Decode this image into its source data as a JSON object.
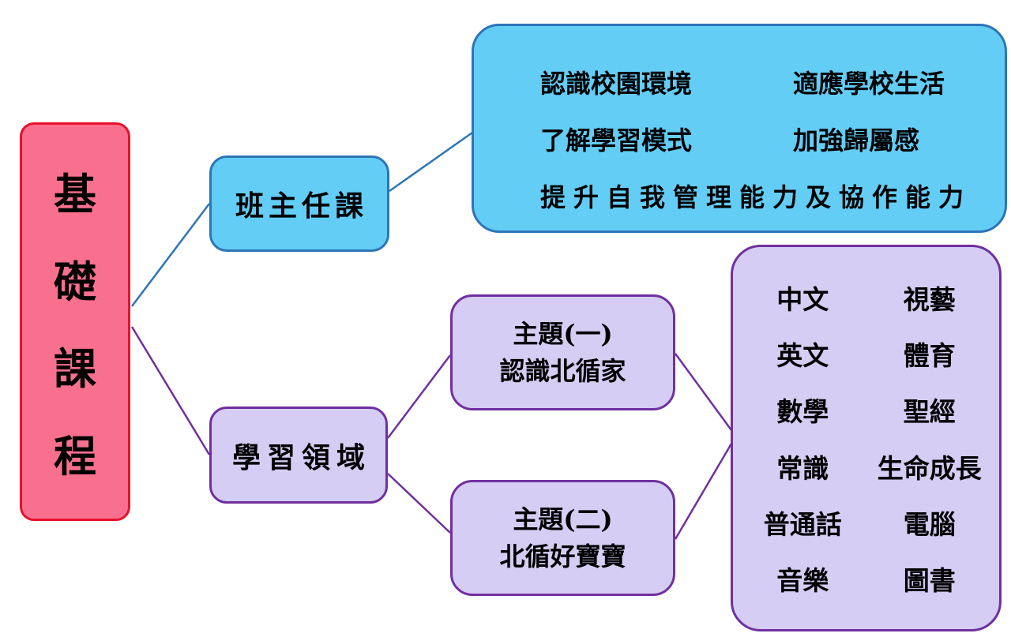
{
  "colors": {
    "root_fill": "#f9708e",
    "root_border": "#e8112d",
    "blue_fill": "#63cdf6",
    "blue_border": "#2e75b6",
    "purple_fill": "#d5cdf3",
    "purple_border": "#7030a0",
    "text": "#000000"
  },
  "root": {
    "label": "基礎課程",
    "chars": [
      "基",
      "礎",
      "課",
      "程"
    ]
  },
  "class_teacher": {
    "label": "班主任課"
  },
  "goals": {
    "row1_left": "認識校園環境",
    "row1_right": "適應學校生活",
    "row2_left": "了解學習模式",
    "row2_right": "加強歸屬感",
    "row3": "提升自我管理能力及協作能力"
  },
  "learning_domain": {
    "label": "學習領域"
  },
  "theme1": {
    "title": "主題(一)",
    "subtitle": "認識北循家"
  },
  "theme2": {
    "title": "主題(二)",
    "subtitle": "北循好寶寶"
  },
  "subjects": {
    "col1": [
      "中文",
      "英文",
      "數學",
      "常識",
      "普通話",
      "音樂"
    ],
    "col2": [
      "視藝",
      "體育",
      "聖經",
      "生命成長",
      "電腦",
      "圖書"
    ]
  }
}
